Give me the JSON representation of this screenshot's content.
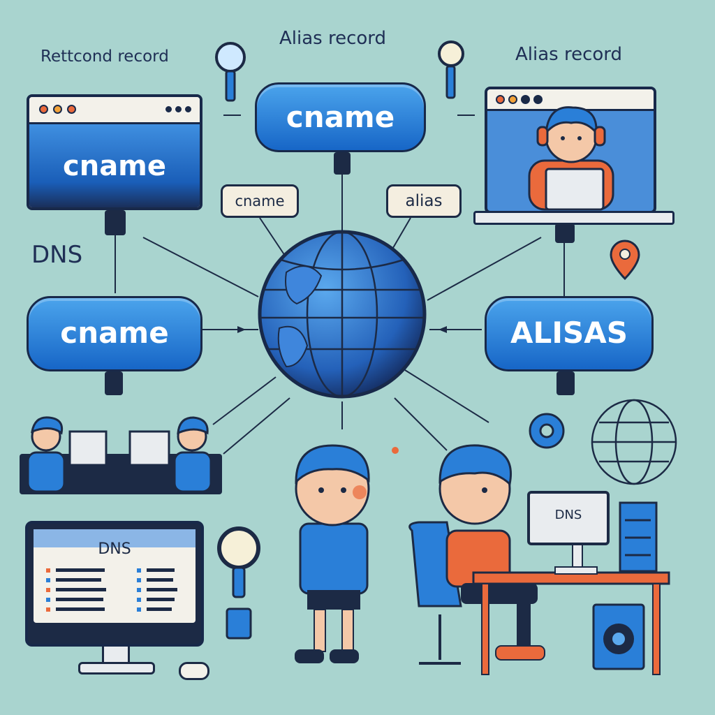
{
  "labels": {
    "top_left": "Rettcond record",
    "top_center": "Alias record",
    "top_right": "Alias record",
    "dns_side": "DNS"
  },
  "nodes": {
    "top_center_pill": "cname",
    "left_window": "cname",
    "left_pill": "cname",
    "right_pill": "ALISAS",
    "small_tag_left": "cname",
    "small_tag_right": "alias"
  },
  "monitors": {
    "bottom_left_title": "DNS",
    "desk_monitor_title": "DNS"
  },
  "colors": {
    "background": "#a9d4cf",
    "accent_blue": "#2a7fd8",
    "outline": "#18294a",
    "orange": "#ea6a3c"
  },
  "icons": [
    "magnifier-icon",
    "globe-icon",
    "gear-icon",
    "location-pin-icon",
    "speaker-icon",
    "person-icon"
  ]
}
